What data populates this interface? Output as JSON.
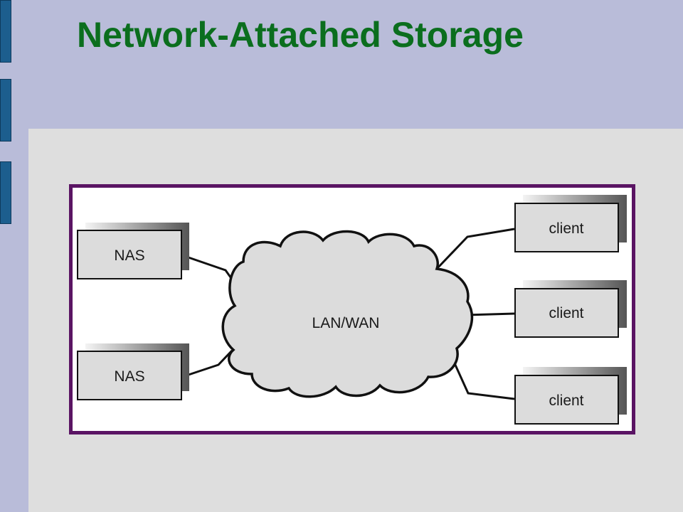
{
  "slide": {
    "title": "Network-Attached Storage"
  },
  "diagram": {
    "network": "LAN/WAN",
    "storage_nodes": [
      {
        "label": "NAS"
      },
      {
        "label": "NAS"
      }
    ],
    "client_nodes": [
      {
        "label": "client"
      },
      {
        "label": "client"
      },
      {
        "label": "client"
      }
    ]
  },
  "colors": {
    "title": "#0b6e1e",
    "frame_border": "#5a1463",
    "node_fill": "#dcdcdc",
    "cloud_fill": "#dcdcdc",
    "background": "#b9bcd9",
    "panel": "#dedede",
    "side_bar": "#1c5e8e"
  }
}
